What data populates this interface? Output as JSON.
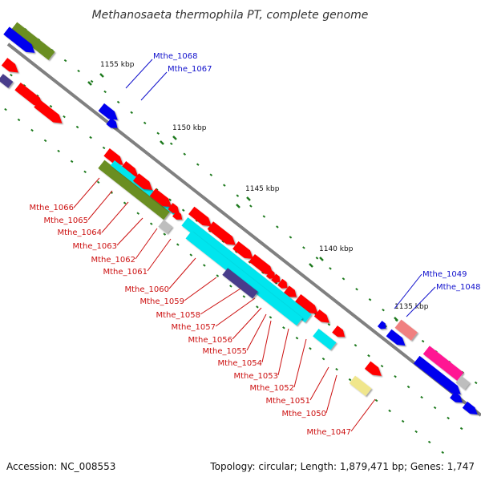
{
  "title": "Methanosaeta thermophila PT, complete genome",
  "accession": "Accession: NC_008553",
  "summary": "Topology: circular; Length: 1,879,471 bp; Genes: 1,747",
  "colors": {
    "backbone": "#808080",
    "tick": "#1e7a1e",
    "forward_label": "#1010cc",
    "reverse_label": "#cc1010",
    "red": "#ff0000",
    "blue": "#0000ee",
    "cyan": "#00e5ee",
    "olive": "#6b8e23",
    "navy": "#483d8b",
    "pink": "#ff1493",
    "salmon": "#f08080",
    "khaki": "#f0e68c",
    "gray": "#bebebe"
  },
  "kbp_labels": [
    "1155 kbp",
    "1150 kbp",
    "1145 kbp",
    "1140 kbp",
    "1135 kbp"
  ],
  "forward_labels": [
    "Mthe_1068",
    "Mthe_1067",
    "Mthe_1049",
    "Mthe_1048"
  ],
  "reverse_labels": [
    "Mthe_1066",
    "Mthe_1065",
    "Mthe_1064",
    "Mthe_1063",
    "Mthe_1062",
    "Mthe_1061",
    "Mthe_1060",
    "Mthe_1059",
    "Mthe_1058",
    "Mthe_1057",
    "Mthe_1056",
    "Mthe_1055",
    "Mthe_1054",
    "Mthe_1053",
    "Mthe_1052",
    "Mthe_1051",
    "Mthe_1050",
    "Mthe_1047"
  ]
}
